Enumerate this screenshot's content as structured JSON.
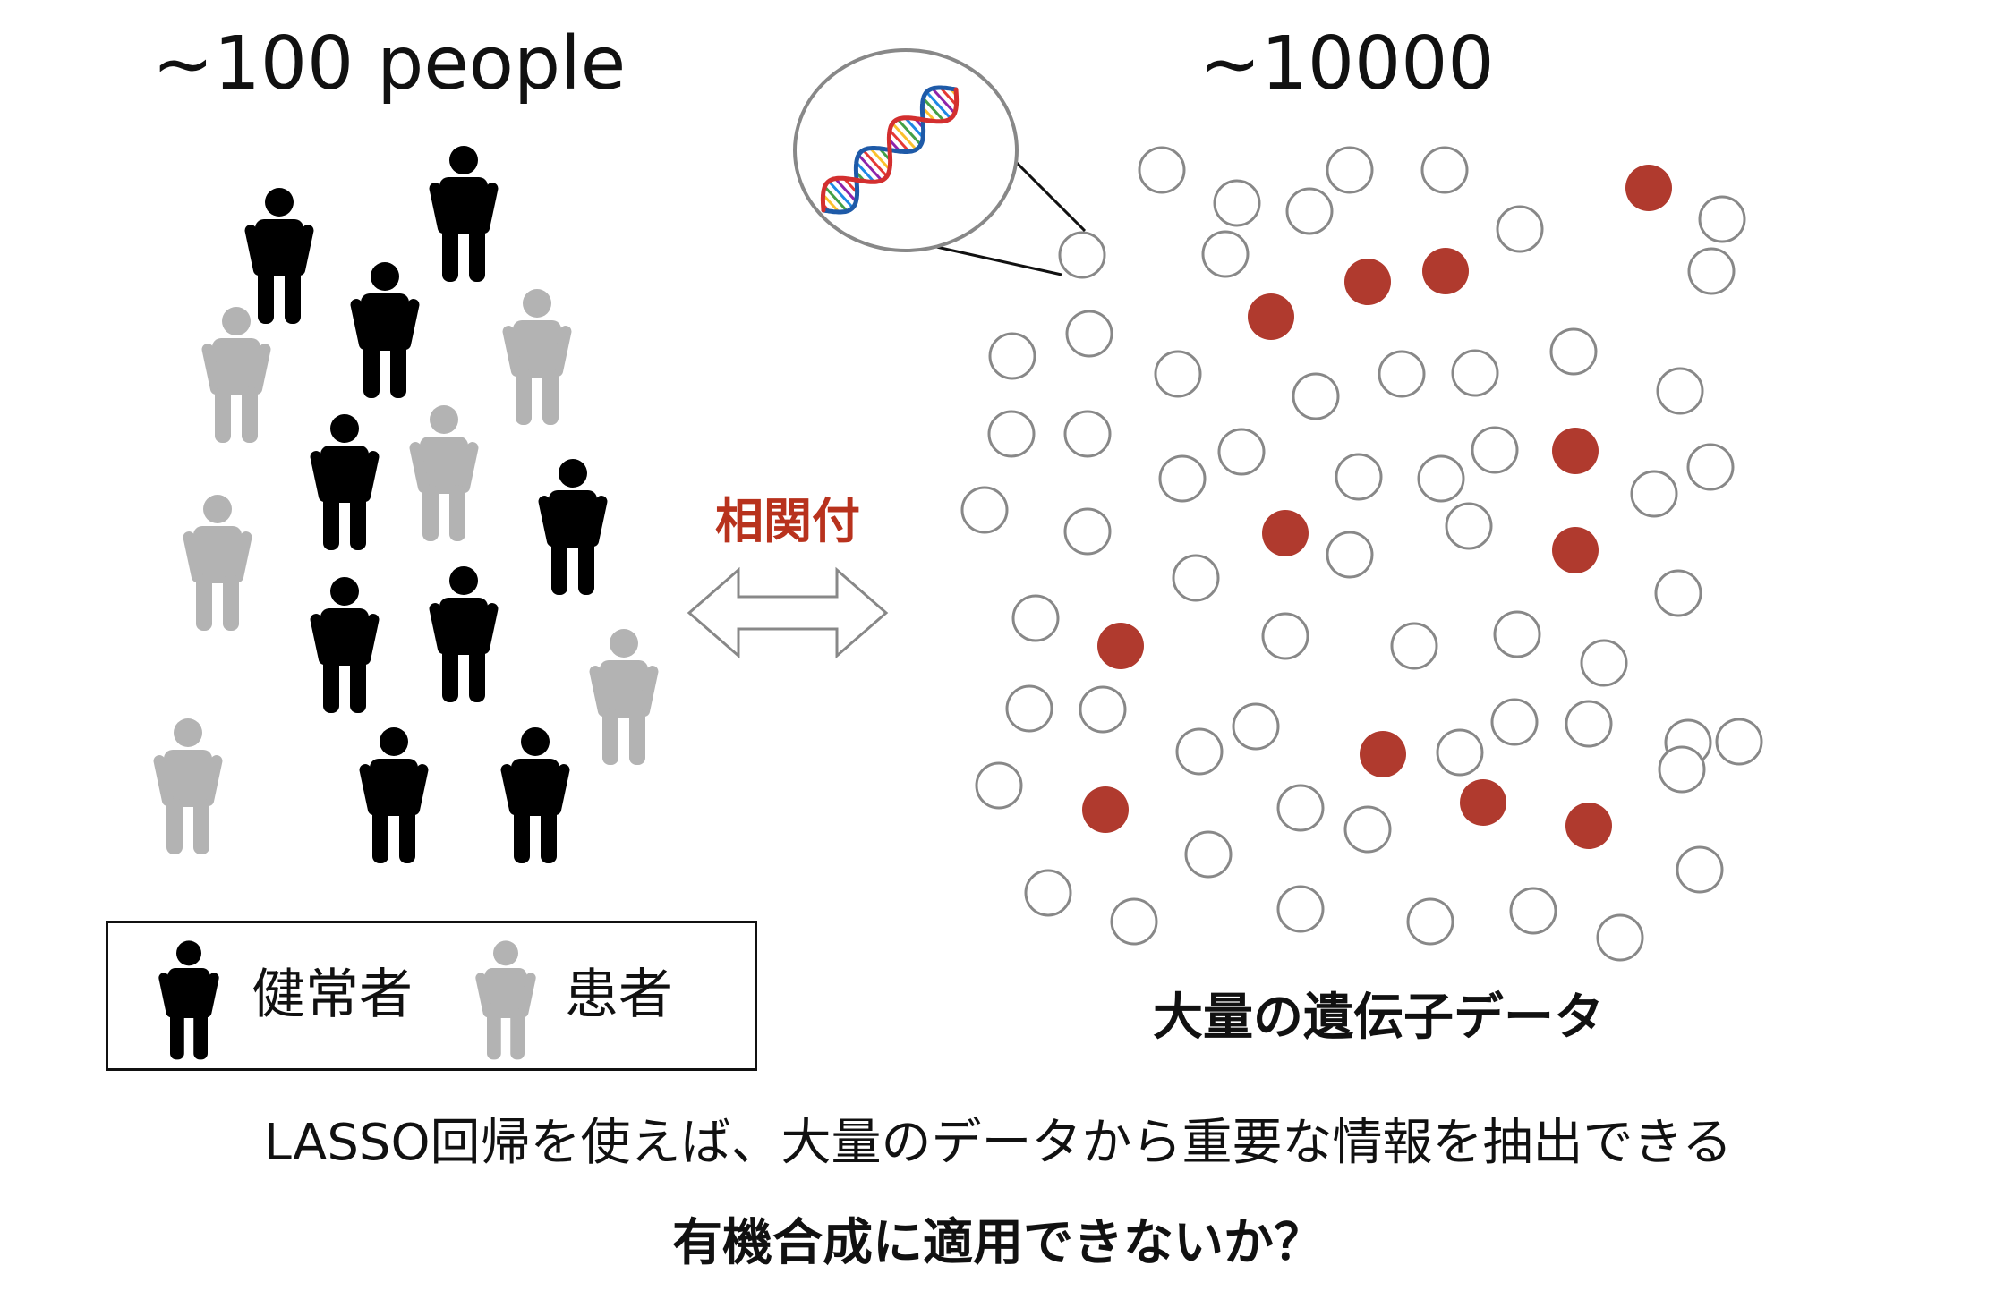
{
  "left_title": "~100 people",
  "right_title": "~10000",
  "association_label": "相関付",
  "data_caption": "大量の遺伝子データ",
  "legend": {
    "healthy_label": "健常者",
    "patient_label": "患者"
  },
  "bottom_text": {
    "line1": "LASSO回帰を使えば、大量のデータから重要な情報を抽出できる",
    "line2": "有機合成に適用できないか？"
  },
  "colors": {
    "healthy": "#000000",
    "patient": "#b3b3b3",
    "selected_gene": "#b03a2e",
    "gene_outline": "#888888",
    "association_label": "#b8321d"
  },
  "icons": {
    "person": "person-icon",
    "dna": "dna-double-helix-icon",
    "arrow": "double-headed-arrow-icon"
  }
}
